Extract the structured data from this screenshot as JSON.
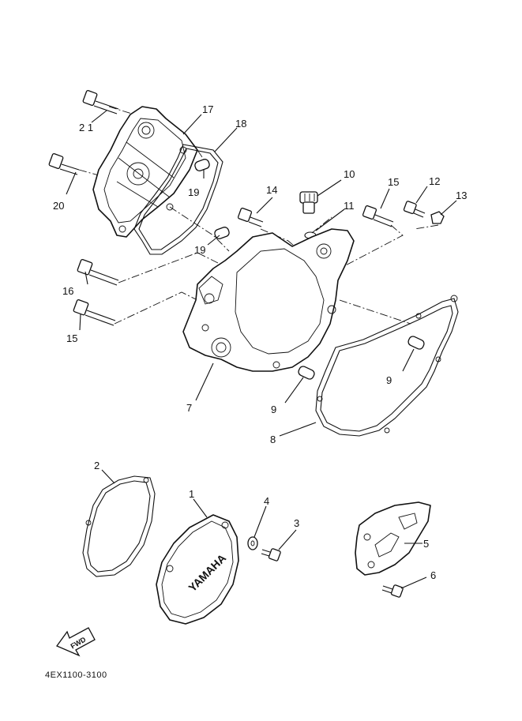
{
  "labels": {
    "p1": "1",
    "p2": "2",
    "p3": "3",
    "p4": "4",
    "p5": "5",
    "p6": "6",
    "p7": "7",
    "p8": "8",
    "p9a": "9",
    "p9b": "9",
    "p10": "10",
    "p11": "11",
    "p12": "12",
    "p13": "13",
    "p14": "14",
    "p15a": "15",
    "p15b": "15",
    "p16": "16",
    "p17": "17",
    "p18": "18",
    "p19a": "19",
    "p19b": "19",
    "p20": "20",
    "p21": "2 1"
  },
  "cover_logo": "YAMAHA",
  "fwd_arrow": "FWD",
  "diagram_code": "4EX1100-3100"
}
